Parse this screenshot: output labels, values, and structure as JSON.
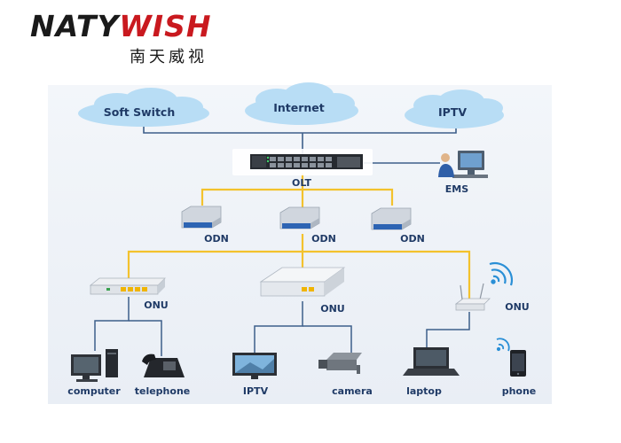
{
  "logo": {
    "part1": "NATY",
    "part2": "WISH",
    "chinese": "南天威视"
  },
  "clouds": {
    "soft_switch": "Soft Switch",
    "internet": "Internet",
    "iptv": "IPTV"
  },
  "nodes": {
    "olt": "OLT",
    "ems": "EMS",
    "odn": [
      "ODN",
      "ODN",
      "ODN"
    ],
    "onu": [
      "ONU",
      "ONU",
      "ONU"
    ]
  },
  "devices": {
    "computer": "computer",
    "telephone": "telephone",
    "iptv": "IPTV",
    "camera": "camera",
    "laptop": "laptop",
    "phone": "phone"
  },
  "colors": {
    "trunk": "#3d5f8a",
    "pon": "#f3c22d",
    "label": "#1f3a66",
    "cloud": "#b8ddf5"
  }
}
